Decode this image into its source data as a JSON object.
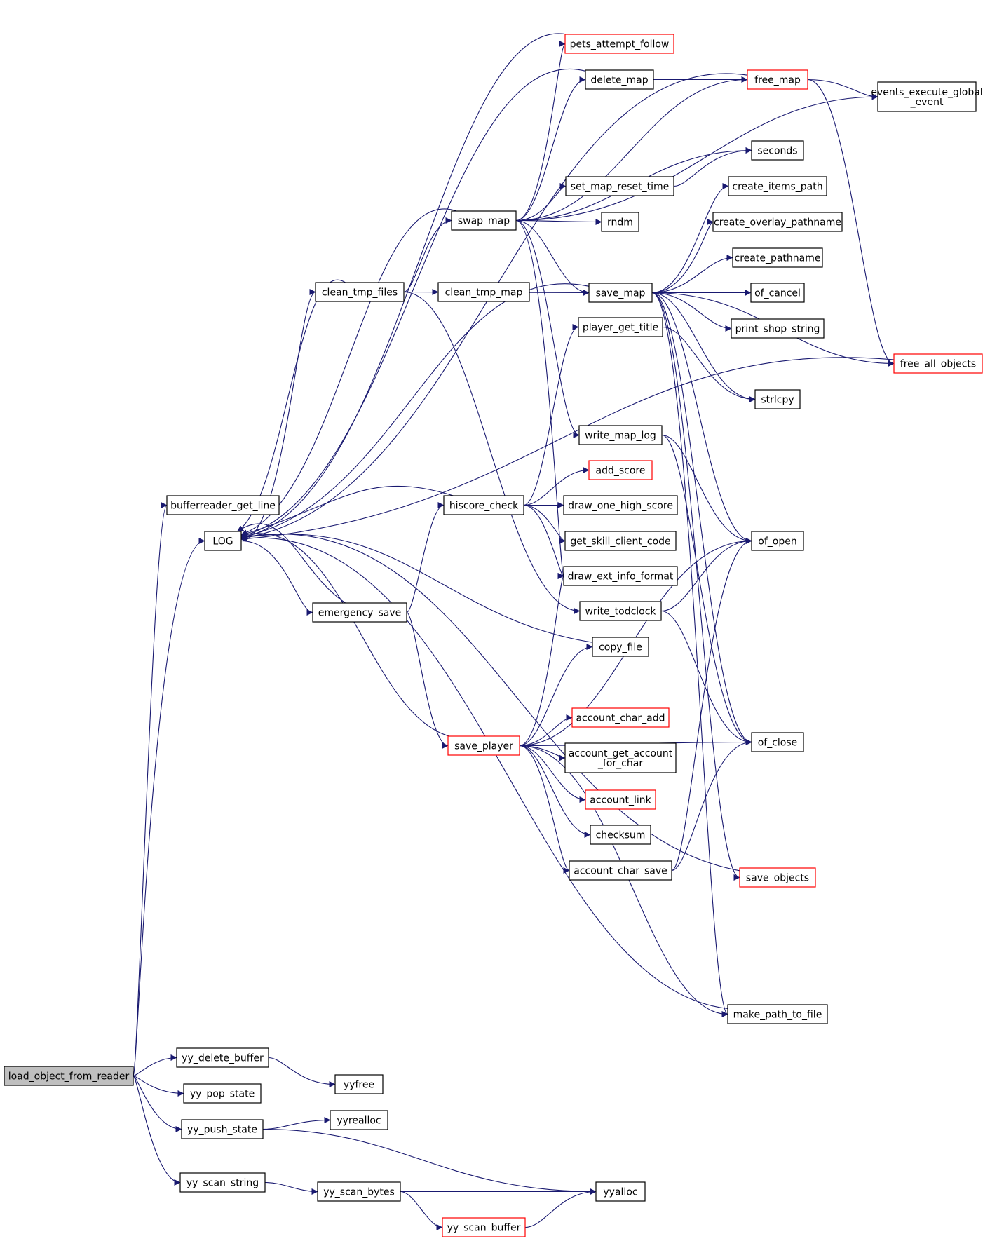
{
  "colors": {
    "edge": "#191970",
    "node_border": "#000000",
    "truncated_border": "#ff0000",
    "root_fill": "#bfbfbf"
  },
  "nodes": [
    {
      "id": "load_object_from_reader",
      "label": "load_object_from_reader",
      "root": true
    },
    {
      "id": "bufferreader_get_line",
      "label": "bufferreader_get_line"
    },
    {
      "id": "LOG",
      "label": "LOG"
    },
    {
      "id": "yy_delete_buffer",
      "label": "yy_delete_buffer"
    },
    {
      "id": "yy_pop_state",
      "label": "yy_pop_state"
    },
    {
      "id": "yy_push_state",
      "label": "yy_push_state"
    },
    {
      "id": "yy_scan_string",
      "label": "yy_scan_string"
    },
    {
      "id": "clean_tmp_files",
      "label": "clean_tmp_files"
    },
    {
      "id": "emergency_save",
      "label": "emergency_save"
    },
    {
      "id": "yyfree",
      "label": "yyfree"
    },
    {
      "id": "yyrealloc",
      "label": "yyrealloc"
    },
    {
      "id": "yy_scan_bytes",
      "label": "yy_scan_bytes"
    },
    {
      "id": "swap_map",
      "label": "swap_map"
    },
    {
      "id": "clean_tmp_map",
      "label": "clean_tmp_map"
    },
    {
      "id": "hiscore_check",
      "label": "hiscore_check"
    },
    {
      "id": "save_player",
      "label": "save_player",
      "red": true
    },
    {
      "id": "yy_scan_buffer",
      "label": "yy_scan_buffer",
      "red": true
    },
    {
      "id": "pets_attempt_follow",
      "label": "pets_attempt_follow",
      "red": true
    },
    {
      "id": "delete_map",
      "label": "delete_map"
    },
    {
      "id": "set_map_reset_time",
      "label": "set_map_reset_time"
    },
    {
      "id": "rndm",
      "label": "rndm"
    },
    {
      "id": "save_map",
      "label": "save_map"
    },
    {
      "id": "player_get_title",
      "label": "player_get_title"
    },
    {
      "id": "write_map_log",
      "label": "write_map_log"
    },
    {
      "id": "add_score",
      "label": "add_score",
      "red": true
    },
    {
      "id": "draw_one_high_score",
      "label": "draw_one_high_score"
    },
    {
      "id": "get_skill_client_code",
      "label": "get_skill_client_code"
    },
    {
      "id": "draw_ext_info_format",
      "label": "draw_ext_info_format"
    },
    {
      "id": "write_todclock",
      "label": "write_todclock"
    },
    {
      "id": "copy_file",
      "label": "copy_file"
    },
    {
      "id": "account_char_add",
      "label": "account_char_add",
      "red": true
    },
    {
      "id": "account_get_account_for_char",
      "label": "account_get_account\n_for_char"
    },
    {
      "id": "account_link",
      "label": "account_link",
      "red": true
    },
    {
      "id": "checksum",
      "label": "checksum"
    },
    {
      "id": "account_char_save",
      "label": "account_char_save"
    },
    {
      "id": "yyalloc",
      "label": "yyalloc"
    },
    {
      "id": "free_map",
      "label": "free_map",
      "red": true
    },
    {
      "id": "seconds",
      "label": "seconds"
    },
    {
      "id": "create_items_path",
      "label": "create_items_path"
    },
    {
      "id": "create_overlay_pathname",
      "label": "create_overlay_pathname"
    },
    {
      "id": "create_pathname",
      "label": "create_pathname"
    },
    {
      "id": "of_cancel",
      "label": "of_cancel"
    },
    {
      "id": "print_shop_string",
      "label": "print_shop_string"
    },
    {
      "id": "strlcpy",
      "label": "strlcpy"
    },
    {
      "id": "of_open",
      "label": "of_open"
    },
    {
      "id": "of_close",
      "label": "of_close"
    },
    {
      "id": "save_objects",
      "label": "save_objects",
      "red": true
    },
    {
      "id": "make_path_to_file",
      "label": "make_path_to_file"
    },
    {
      "id": "events_execute_global_event",
      "label": "events_execute_global\n_event"
    },
    {
      "id": "free_all_objects",
      "label": "free_all_objects",
      "red": true
    }
  ],
  "edges": [
    [
      "load_object_from_reader",
      "bufferreader_get_line"
    ],
    [
      "load_object_from_reader",
      "LOG"
    ],
    [
      "load_object_from_reader",
      "yy_delete_buffer"
    ],
    [
      "load_object_from_reader",
      "yy_pop_state"
    ],
    [
      "load_object_from_reader",
      "yy_push_state"
    ],
    [
      "load_object_from_reader",
      "yy_scan_string"
    ],
    [
      "LOG",
      "clean_tmp_files"
    ],
    [
      "LOG",
      "emergency_save"
    ],
    [
      "clean_tmp_files",
      "LOG"
    ],
    [
      "clean_tmp_files",
      "swap_map"
    ],
    [
      "clean_tmp_files",
      "clean_tmp_map"
    ],
    [
      "clean_tmp_files",
      "save_map"
    ],
    [
      "clean_tmp_files",
      "write_todclock"
    ],
    [
      "emergency_save",
      "LOG"
    ],
    [
      "emergency_save",
      "hiscore_check"
    ],
    [
      "emergency_save",
      "save_player"
    ],
    [
      "yy_delete_buffer",
      "yyfree"
    ],
    [
      "yy_push_state",
      "yyrealloc"
    ],
    [
      "yy_push_state",
      "yyalloc"
    ],
    [
      "yy_scan_string",
      "yy_scan_bytes"
    ],
    [
      "yy_scan_bytes",
      "yyalloc"
    ],
    [
      "yy_scan_bytes",
      "yy_scan_buffer"
    ],
    [
      "yy_scan_buffer",
      "yyalloc"
    ],
    [
      "swap_map",
      "LOG"
    ],
    [
      "swap_map",
      "pets_attempt_follow"
    ],
    [
      "swap_map",
      "delete_map"
    ],
    [
      "swap_map",
      "free_map"
    ],
    [
      "swap_map",
      "events_execute_global_event"
    ],
    [
      "swap_map",
      "seconds"
    ],
    [
      "swap_map",
      "set_map_reset_time"
    ],
    [
      "swap_map",
      "rndm"
    ],
    [
      "swap_map",
      "save_map"
    ],
    [
      "swap_map",
      "write_map_log"
    ],
    [
      "swap_map",
      "draw_ext_info_format"
    ],
    [
      "delete_map",
      "LOG"
    ],
    [
      "delete_map",
      "free_map"
    ],
    [
      "pets_attempt_follow",
      "LOG"
    ],
    [
      "free_map",
      "LOG"
    ],
    [
      "free_map",
      "events_execute_global_event"
    ],
    [
      "free_map",
      "free_all_objects"
    ],
    [
      "free_all_objects",
      "LOG"
    ],
    [
      "set_map_reset_time",
      "seconds"
    ],
    [
      "save_map",
      "LOG"
    ],
    [
      "save_map",
      "create_items_path"
    ],
    [
      "save_map",
      "create_overlay_pathname"
    ],
    [
      "save_map",
      "create_pathname"
    ],
    [
      "save_map",
      "of_cancel"
    ],
    [
      "save_map",
      "print_shop_string"
    ],
    [
      "save_map",
      "free_all_objects"
    ],
    [
      "save_map",
      "strlcpy"
    ],
    [
      "save_map",
      "of_open"
    ],
    [
      "save_map",
      "of_close"
    ],
    [
      "save_map",
      "save_objects"
    ],
    [
      "save_map",
      "make_path_to_file"
    ],
    [
      "player_get_title",
      "strlcpy"
    ],
    [
      "write_map_log",
      "of_open"
    ],
    [
      "write_map_log",
      "of_close"
    ],
    [
      "hiscore_check",
      "LOG"
    ],
    [
      "hiscore_check",
      "player_get_title"
    ],
    [
      "hiscore_check",
      "add_score"
    ],
    [
      "hiscore_check",
      "draw_one_high_score"
    ],
    [
      "hiscore_check",
      "get_skill_client_code"
    ],
    [
      "hiscore_check",
      "draw_ext_info_format"
    ],
    [
      "write_todclock",
      "of_open"
    ],
    [
      "write_todclock",
      "of_close"
    ],
    [
      "copy_file",
      "LOG"
    ],
    [
      "save_player",
      "LOG"
    ],
    [
      "save_player",
      "draw_ext_info_format"
    ],
    [
      "save_player",
      "copy_file"
    ],
    [
      "save_player",
      "of_open"
    ],
    [
      "save_player",
      "account_char_add"
    ],
    [
      "save_player",
      "account_get_account_for_char"
    ],
    [
      "save_player",
      "account_link"
    ],
    [
      "save_player",
      "checksum"
    ],
    [
      "save_player",
      "account_char_save"
    ],
    [
      "save_player",
      "of_close"
    ],
    [
      "save_player",
      "make_path_to_file"
    ],
    [
      "account_char_save",
      "of_open"
    ],
    [
      "account_char_save",
      "of_close"
    ],
    [
      "save_objects",
      "LOG"
    ],
    [
      "make_path_to_file",
      "LOG"
    ],
    [
      "LOG",
      "of_open"
    ]
  ]
}
